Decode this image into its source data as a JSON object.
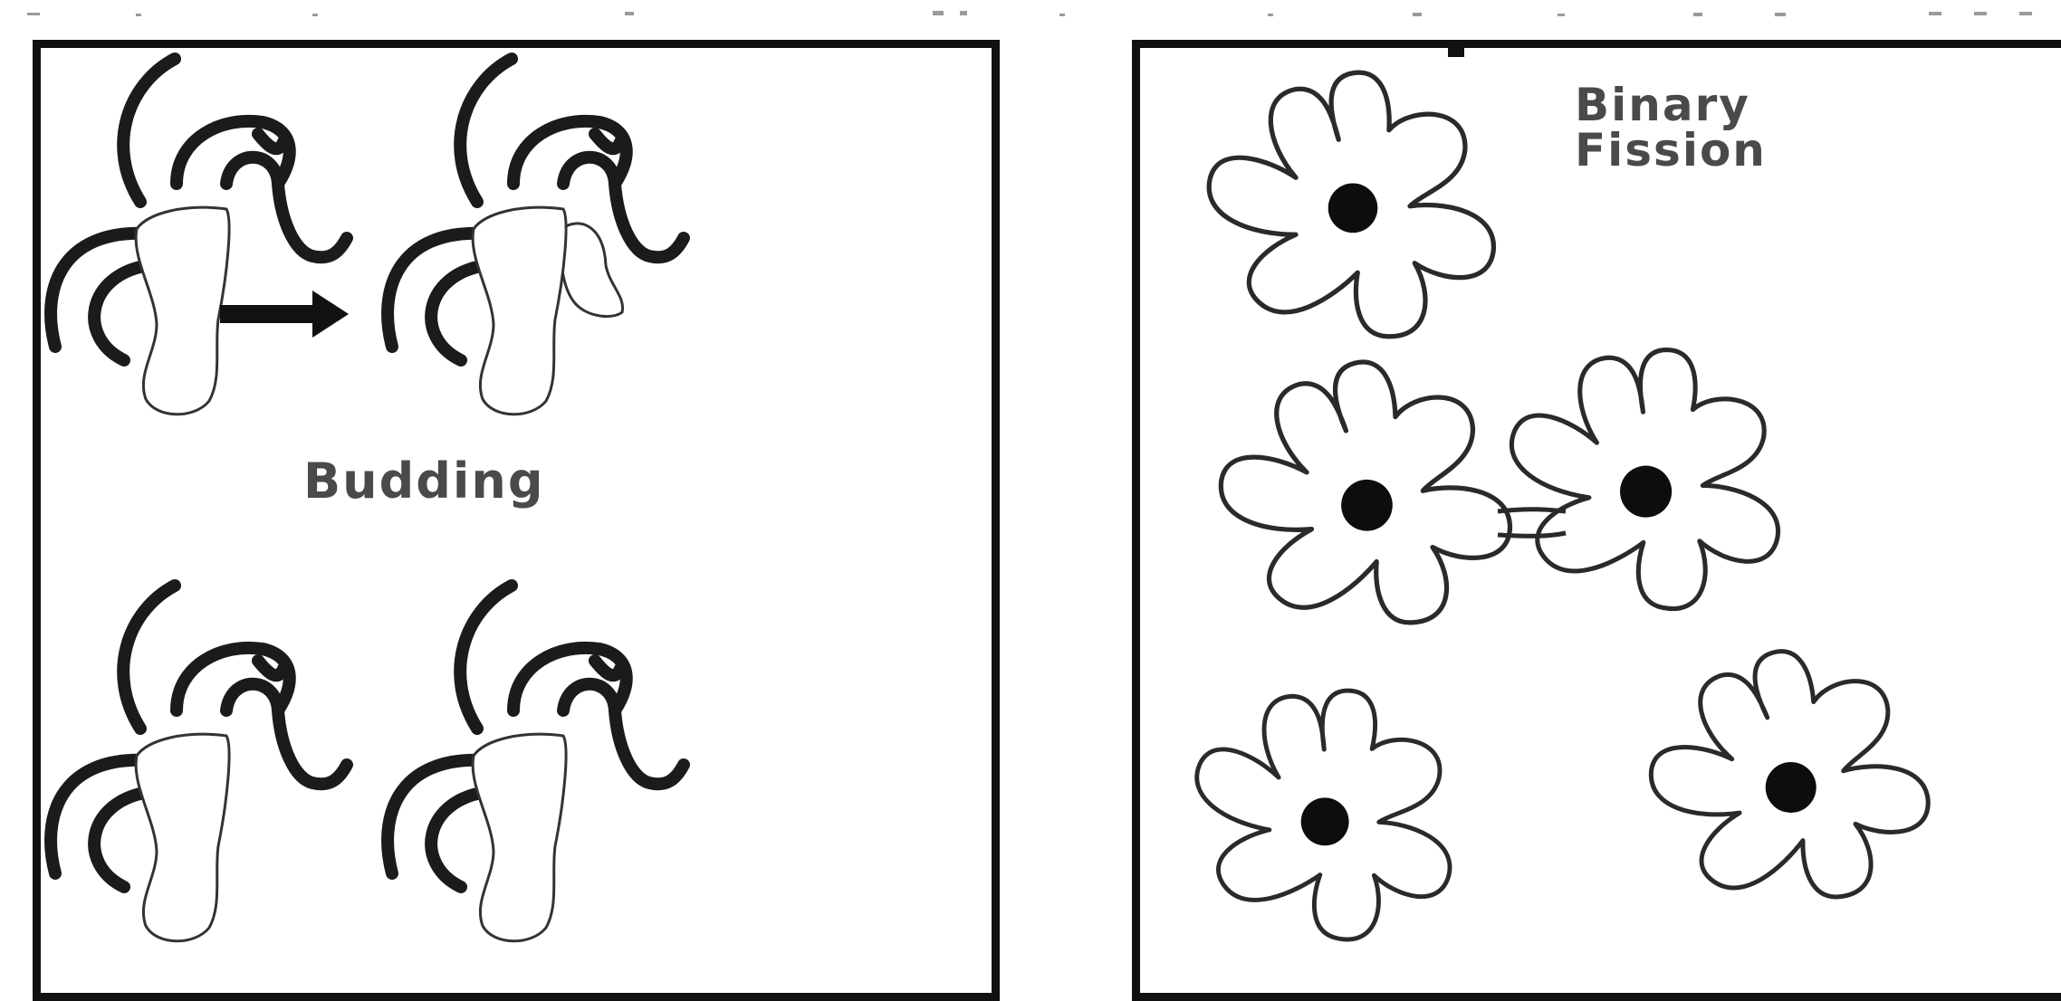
{
  "figure": {
    "panels": [
      {
        "id": "budding",
        "label": "Budding"
      },
      {
        "id": "binary-fission",
        "label_lines": [
          "Binary",
          "Fission"
        ]
      }
    ]
  },
  "colors": {
    "ink": "#111111",
    "label_gray": "#4a4a4a",
    "nucleus": "#0d0d0d",
    "background": "#ffffff"
  },
  "icons": {
    "arrow": "right-arrow-icon",
    "hydra": "hydra-organism",
    "amoeba": "amoeba-cell"
  }
}
